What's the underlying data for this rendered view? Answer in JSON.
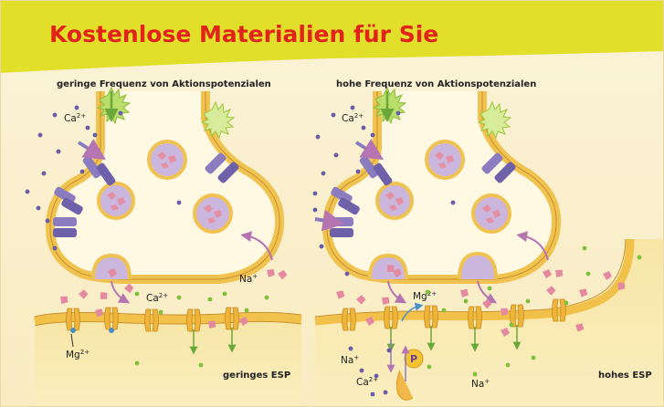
{
  "header": {
    "title": "Kostenlose Materialien für Sie",
    "band_color": "#e1df2a",
    "title_color": "#e2231a"
  },
  "left_panel": {
    "heading": "geringe Frequenz von Aktionspotenzialen",
    "ion_ca": "Ca",
    "ion_ca_charge": "2+",
    "ion_ca_cleft": "Ca",
    "ion_ca_cleft_charge": "2+",
    "ion_na": "Na",
    "ion_na_charge": "+",
    "ion_mg": "Mg",
    "ion_mg_charge": "2+",
    "result": "geringes ESP"
  },
  "right_panel": {
    "heading": "hohe Frequenz von Aktionspotenzialen",
    "ion_ca": "Ca",
    "ion_ca_charge": "2+",
    "ion_mg": "Mg",
    "ion_mg_charge": "2+",
    "ion_na_left": "Na",
    "ion_na_left_charge": "+",
    "ion_ca_post": "Ca",
    "ion_ca_post_charge": "2+",
    "phosphate": "P",
    "ion_na_right": "Na",
    "ion_na_right_charge": "+",
    "result": "hohes ESP"
  },
  "colors": {
    "membrane": "#f4c95a",
    "membrane_line": "#e0a92b",
    "terminal_fill": "#fff9e4",
    "vesicle": "#c9b4dd",
    "transmitter": "#e38aa1",
    "channel": "#8b7cc0",
    "receptor": "#e8b43a",
    "arrow": "#b574b2",
    "spark": "#9cc63a",
    "ion_dot": "#6a5aa8",
    "green_dot": "#7fbf3a"
  }
}
